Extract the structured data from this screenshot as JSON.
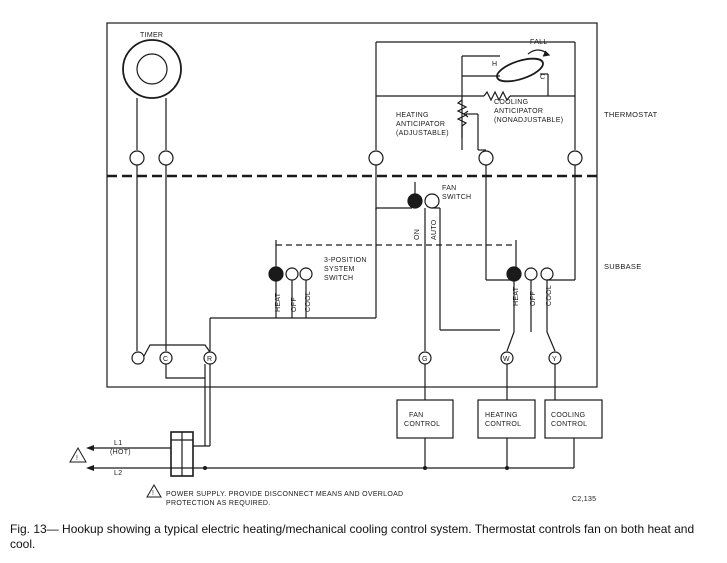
{
  "diagram": {
    "labels": {
      "timer": "TIMER",
      "fall": "FALL",
      "h": "H",
      "c": "C",
      "cooling_anticipator": [
        "COOLING",
        "ANTICIPATOR",
        "(NONADJUSTABLE)"
      ],
      "heating_anticipator": [
        "HEATING",
        "ANTICIPATOR",
        "(ADJUSTABLE)"
      ],
      "thermostat": "THERMOSTAT",
      "subbase": "SUBBASE",
      "fan_switch": [
        "FAN",
        "SWITCH"
      ],
      "fan_on": "ON",
      "fan_auto": "AUTO",
      "system_switch": [
        "3-POSITION",
        "SYSTEM",
        "SWITCH"
      ],
      "left_switch_positions": [
        "HEAT",
        "OFF",
        "COOL"
      ],
      "right_switch_positions": [
        "HEAT",
        "OFF",
        "COOL"
      ],
      "terminal_c": "C",
      "terminal_r": "R",
      "terminal_g": "G",
      "terminal_w": "W",
      "terminal_y": "Y",
      "fan_control": [
        "FAN",
        "CONTROL"
      ],
      "heating_control": [
        "HEATING",
        "CONTROL"
      ],
      "cooling_control": [
        "COOLING",
        "CONTROL"
      ],
      "l1": "L1",
      "l1_sub": "(HOT)",
      "l2": "L2",
      "warning_symbol": "!",
      "power_supply_note": [
        "POWER SUPPLY. PROVIDE DISCONNECT MEANS AND OVERLOAD",
        "PROTECTION AS REQUIRED."
      ],
      "fig_code": "C2,135"
    }
  },
  "caption": {
    "figure_number": "Fig. 13—",
    "text": "Hookup showing a typical electric heating/mechanical cooling control system. Thermostat controls fan on both heat and cool."
  }
}
